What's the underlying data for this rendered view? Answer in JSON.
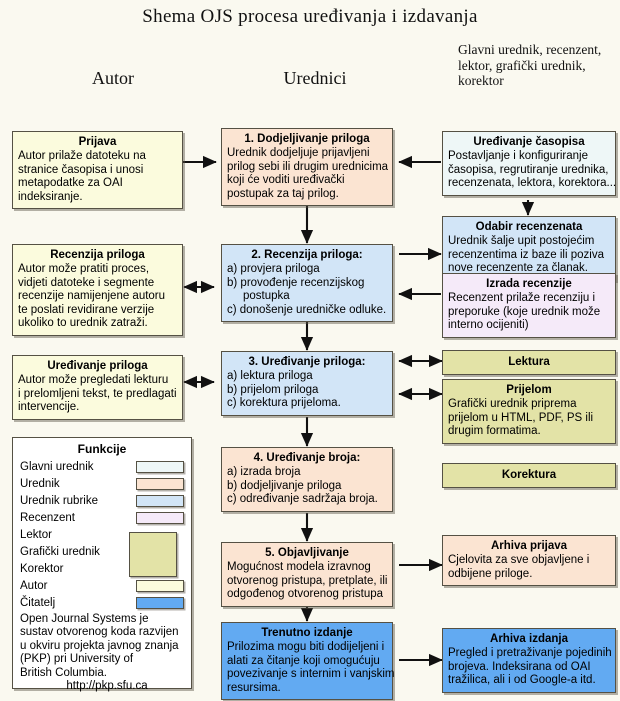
{
  "page": {
    "title": "Shema OJS procesa uređivanja i izdavanja",
    "background_color": "#faf9f0",
    "border_color": "#555144"
  },
  "column_headers": {
    "left": "Autor",
    "center": "Urednici",
    "right": "Glavni urednik, recenzent, lektor, grafički urednik, korektor",
    "right_lines": [
      "Glavni urednik,",
      "recenzent, lektor,",
      "grafički urednik,",
      "korektor"
    ]
  },
  "boxes": {
    "prijava": {
      "title": "Prijava",
      "lines": [
        "Autor prilaže datoteku na",
        "stranice časopisa i unosi",
        "metapodatke za OAI",
        "indeksiranje."
      ],
      "role": "Autor",
      "color": "#fbfbdd"
    },
    "recenzija_priloga_autor": {
      "title": "Recenzija priloga",
      "lines": [
        "Autor može pratiti proces,",
        "vidjeti datoteke i segmente",
        "recenzije namijenjene autoru",
        "te poslati revidirane verzije",
        "ukoliko to urednik zatraži."
      ],
      "role": "Autor",
      "color": "#fbfbdd"
    },
    "uredivanje_priloga_autor": {
      "title": "Uređivanje priloga",
      "lines": [
        "Autor može pregledati lekturu",
        "i prelomljeni tekst, te predlagati",
        "intervencije."
      ],
      "role": "Autor",
      "color": "#fbfbdd"
    },
    "step1": {
      "title": "1. Dodjeljivanje priloga",
      "lines": [
        "Urednik dodjeljuje prijavljeni",
        "prilog sebi ili drugim urednicima",
        "koji će voditi uređivački",
        "postupak za taj prilog."
      ],
      "role": "Urednik",
      "color": "#fbe4d2"
    },
    "step2": {
      "title": "2. Recenzija priloga:",
      "lines": [
        "a) provjera priloga",
        "b) provođenje recenzijskog",
        "     postupka",
        "c) donošenje uredničke odluke."
      ],
      "role": "Urednik rubrike",
      "color": "#d2e5f7"
    },
    "step3": {
      "title": "3. Uređivanje priloga:",
      "lines": [
        "a) lektura priloga",
        "b) prijelom priloga",
        "c) korektura prijeloma."
      ],
      "role": "Urednik rubrike",
      "color": "#d2e5f7"
    },
    "step4": {
      "title": "4. Uređivanje broja:",
      "lines": [
        "a) izrada broja",
        "b) dodjeljivanje priloga",
        "c) određivanje sadržaja broja."
      ],
      "role": "Urednik",
      "color": "#fbe4d2"
    },
    "step5": {
      "title": "5. Objavljivanje",
      "lines": [
        "Mogućnost modela izravnog",
        "otvorenog pristupa, pretplate, ili",
        "odgođenog otvorenog pristupa"
      ],
      "role": "Urednik",
      "color": "#fbe4d2"
    },
    "trenutno_izdanje": {
      "title": "Trenutno izdanje",
      "lines": [
        "Prilozima mogu biti dodijeljeni i",
        "alati za čitanje koji omogućuju",
        "povezivanje s internim i vanjskim",
        "resursima."
      ],
      "role": "Čitatelj",
      "color": "#62aaf2"
    },
    "uredivanje_casopisa": {
      "title": "Uređivanje časopisa",
      "lines": [
        "Postavljanje i konfiguriranje",
        "časopisa, regrutiranje urednika,",
        "recenzenata, lektora, korektora..."
      ],
      "role": "Glavni urednik",
      "color": "#eef7f7"
    },
    "odabir_recenzenata": {
      "title": "Odabir recenzenata",
      "lines": [
        "Urednik šalje upit postojećim",
        "recenzentima iz baze ili poziva",
        "nove recenzente za članak."
      ],
      "role": "Urednik rubrike",
      "color": "#d2e5f7"
    },
    "izrada_recenzije": {
      "title": "Izrada recenzije",
      "lines": [
        "Recenzent prilaže recenziju i",
        "preporuke (koje urednik može",
        "interno ocijeniti)"
      ],
      "role": "Recenzent",
      "color": "#f5eaf9"
    },
    "lektura": {
      "title": "Lektura",
      "lines": [],
      "role": "Lektor",
      "color": "#e3e3a7"
    },
    "prijelom": {
      "title": "Prijelom",
      "lines": [
        "Grafički urednik priprema",
        "prijelom u HTML, PDF, PS ili",
        "drugim formatima."
      ],
      "role": "Grafički urednik",
      "color": "#e3e3a7"
    },
    "korektura": {
      "title": "Korektura",
      "lines": [],
      "role": "Korektor",
      "color": "#e3e3a7"
    },
    "arhiva_prijava": {
      "title": "Arhiva prijava",
      "lines": [
        "Cjelovita za sve objavljene i",
        "odbijene priloge."
      ],
      "role": "Urednik",
      "color": "#fbe4d2"
    },
    "arhiva_izdanja": {
      "title": "Arhiva izdanja",
      "lines": [
        "Pregled i pretraživanje pojedinih",
        "brojeva. Indeksirana od OAI",
        "tražilica, ali i od Google-a itd."
      ],
      "role": "Čitatelj",
      "color": "#62aaf2"
    }
  },
  "legend": {
    "title": "Funkcije",
    "rows": [
      {
        "label": "Glavni urednik",
        "color": "#eef7f7"
      },
      {
        "label": "Urednik",
        "color": "#fbe4d2"
      },
      {
        "label": "Urednik rubrike",
        "color": "#d2e5f7"
      },
      {
        "label": "Recenzent",
        "color": "#f5eaf9"
      }
    ],
    "group_rows": [
      {
        "label": "Lektor",
        "color": "#e3e3a7"
      },
      {
        "label": "Grafički urednik",
        "color": "#e3e3a7"
      },
      {
        "label": "Korektor",
        "color": "#e3e3a7"
      }
    ],
    "tail_rows": [
      {
        "label": "Autor",
        "color": "#fbfbdd"
      },
      {
        "label": "Čitatelj",
        "color": "#62aaf2"
      }
    ],
    "note_lines": [
      "Open Journal Systems je",
      "sustav otvorenog koda razvijen",
      "u okviru projekta javnog znanja",
      "(PKP) pri University of",
      "British Columbia."
    ],
    "url": "http://pkp.sfu.ca"
  }
}
